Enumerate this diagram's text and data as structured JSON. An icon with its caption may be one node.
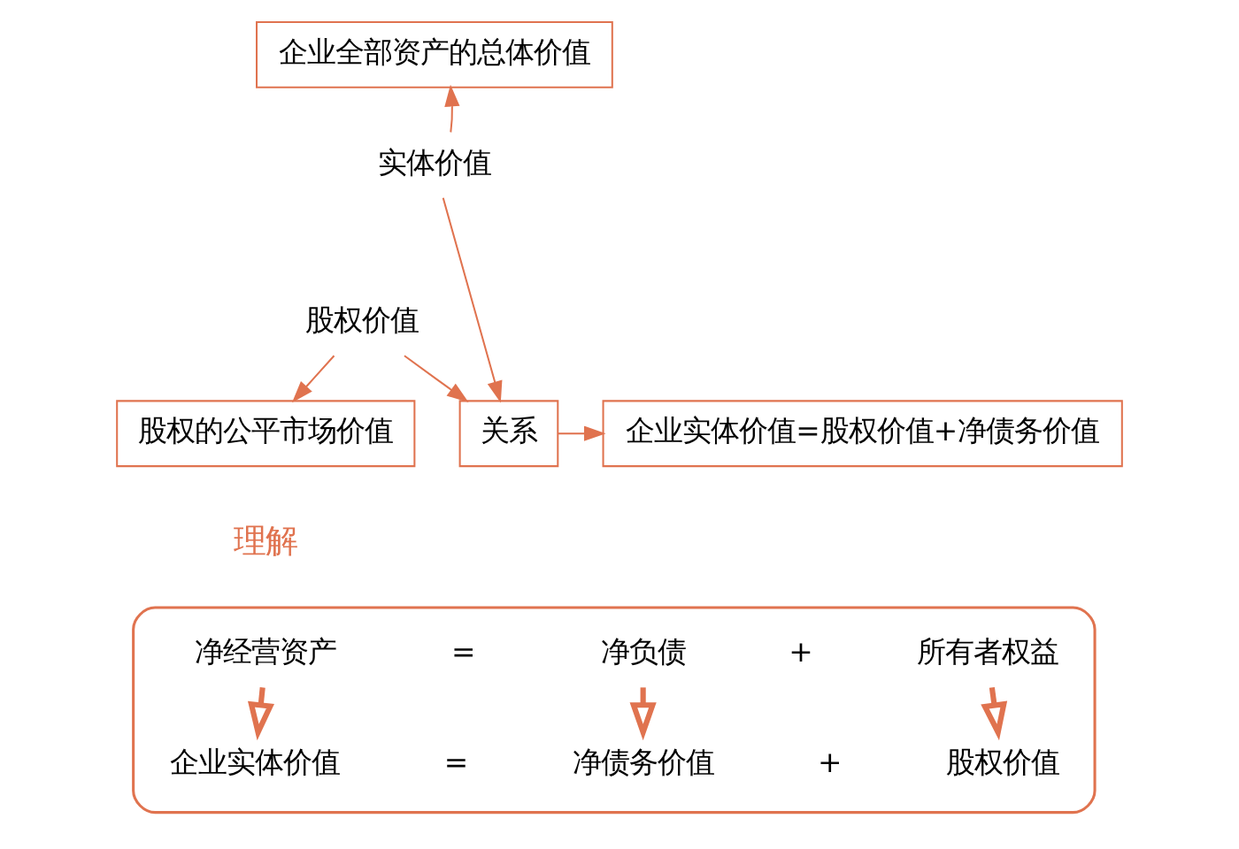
{
  "diagram": {
    "nodes": [
      {
        "text": [
          "企业全部资产的总体价值"
        ]
      },
      {
        "text": [
          "实体价值"
        ]
      },
      {
        "text": [
          "股权价值"
        ]
      },
      {
        "text": [
          "关系"
        ]
      },
      {
        "text": [
          "企业实体价值=股权价值+净债务价值"
        ]
      },
      {
        "text": [
          "股权的公平市场价值"
        ]
      },
      {
        "text": [],
        "shape": "box"
      },
      {
        "text": [
          "净经营资产"
        ],
        "in": 6
      },
      {
        "text": [
          "净负债"
        ],
        "in": 6
      },
      {
        "text": [
          "所有者权益"
        ],
        "in": 6
      },
      {
        "text": [
          "企业实体价值"
        ],
        "in": 6
      },
      {
        "text": [
          "净债务价值"
        ],
        "in": 6
      },
      {
        "text": [
          "股权价值"
        ],
        "in": 6
      }
    ],
    "edges": [
      {
        "from": 1,
        "to": 0,
        "arrow": "to"
      },
      {
        "from": 1,
        "to": 3,
        "arrow": "to"
      },
      {
        "from": 2,
        "to": 3,
        "arrow": "to"
      },
      {
        "from": 3,
        "to": 4,
        "arrow": "to"
      },
      {
        "from": 2,
        "to": 5,
        "arrow": "to"
      },
      {
        "from": 7,
        "to": 10,
        "arrow": "to",
        "style": "thick"
      },
      {
        "from": 8,
        "to": 11,
        "arrow": "to",
        "style": "thick"
      },
      {
        "from": 9,
        "to": 12,
        "arrow": "to",
        "style": "thick"
      }
    ],
    "labels": [
      "理解",
      "=",
      "+",
      "=",
      "+"
    ]
  }
}
